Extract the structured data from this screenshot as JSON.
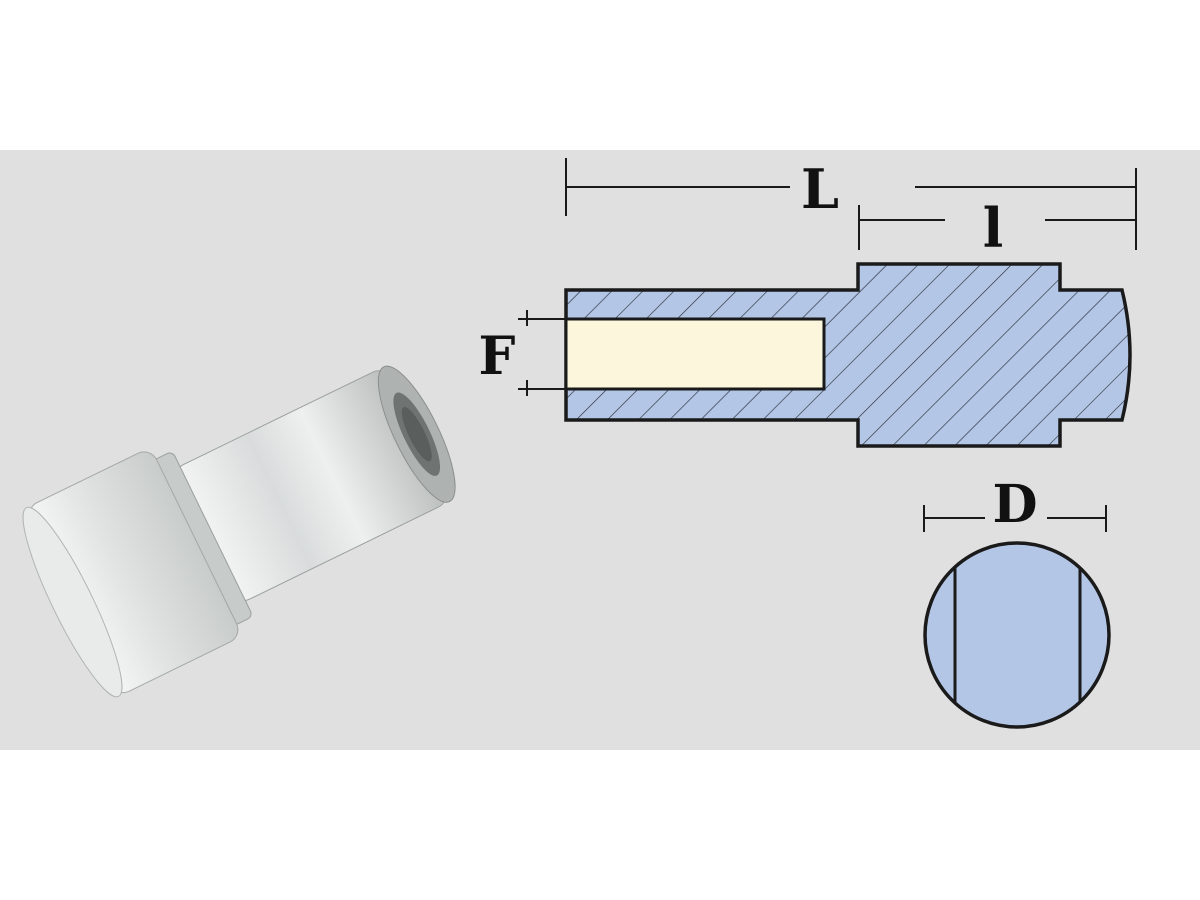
{
  "labels": {
    "overall_length": "L",
    "pin_length": "l",
    "bore_diameter": "F",
    "pin_diameter": "D"
  },
  "colors": {
    "panel_background": "#e0e0e0",
    "section_fill": "#b3c6e6",
    "bore_fill": "#fbf6dc",
    "outline": "#1a1a1a"
  }
}
